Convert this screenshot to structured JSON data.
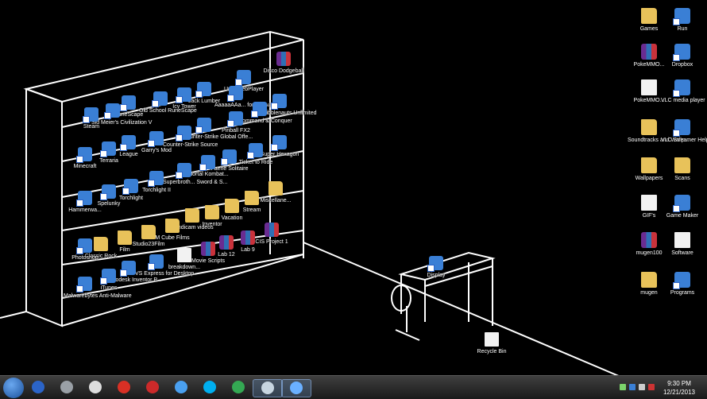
{
  "desktop": {
    "shelf_icons": [
      {
        "label": "Disco Dodgeball",
        "type": "rar"
      },
      {
        "label": "UnityWebPlayer",
        "type": "app"
      },
      {
        "label": "AaaaaAAa... for the Awe...",
        "type": "app"
      },
      {
        "label": "Jack Lumber",
        "type": "app"
      },
      {
        "label": "Icy Tower",
        "type": "app"
      },
      {
        "label": "Old School RuneScape",
        "type": "app"
      },
      {
        "label": "RuneScape",
        "type": "app"
      },
      {
        "label": "Sid Meier's Civilization V",
        "type": "app"
      },
      {
        "label": "Steam",
        "type": "app"
      },
      {
        "label": "Scribblenauts Unlimited",
        "type": "app"
      },
      {
        "label": "Command & Conquer",
        "type": "app"
      },
      {
        "label": "Pinball FX2",
        "type": "app"
      },
      {
        "label": "Counter-Strike Global Offe...",
        "type": "app"
      },
      {
        "label": "Counter-Strike Source",
        "type": "app"
      },
      {
        "label": "Garry's Mod",
        "type": "app"
      },
      {
        "label": "League",
        "type": "app"
      },
      {
        "label": "Terraria",
        "type": "app"
      },
      {
        "label": "Minecraft",
        "type": "app"
      },
      {
        "label": "Super Hexagon",
        "type": "app"
      },
      {
        "label": "Ticket to Ride",
        "type": "app"
      },
      {
        "label": "Faerie Solitaire",
        "type": "app"
      },
      {
        "label": "Mortal Kombat...",
        "type": "app"
      },
      {
        "label": "Superbroth... Sword & S...",
        "type": "app"
      },
      {
        "label": "Torchlight II",
        "type": "app"
      },
      {
        "label": "Torchlight",
        "type": "app"
      },
      {
        "label": "Spelunky",
        "type": "app"
      },
      {
        "label": "Hammerwa...",
        "type": "app"
      },
      {
        "label": "Miscellane...",
        "type": "folder"
      },
      {
        "label": "Stream",
        "type": "folder"
      },
      {
        "label": "Vacation",
        "type": "folder"
      },
      {
        "label": "Inventor",
        "type": "folder"
      },
      {
        "label": "Bandicam videos",
        "type": "folder"
      },
      {
        "label": "M Cube Films",
        "type": "folder"
      },
      {
        "label": "Studio23Film",
        "type": "folder"
      },
      {
        "label": "Film",
        "type": "folder"
      },
      {
        "label": "Classic Rock",
        "type": "folder"
      },
      {
        "label": "Photoshop",
        "type": "app"
      },
      {
        "label": "CIS Project 1",
        "type": "rar"
      },
      {
        "label": "Lab 9",
        "type": "rar"
      },
      {
        "label": "Lab 12",
        "type": "rar"
      },
      {
        "label": "Movie Scripts",
        "type": "rar"
      },
      {
        "label": "breakdown...",
        "type": "doc"
      },
      {
        "label": "VS Express for Desktop",
        "type": "app"
      },
      {
        "label": "Autodesk Inventor P...",
        "type": "app"
      },
      {
        "label": "iTunes",
        "type": "app"
      },
      {
        "label": "Malwarebytes Anti-Malware",
        "type": "app"
      }
    ],
    "right_icons": [
      {
        "label": "Games",
        "type": "folder"
      },
      {
        "label": "Run",
        "type": "app"
      },
      {
        "label": "PokeMMO...",
        "type": "rar"
      },
      {
        "label": "Dropbox",
        "type": "app"
      },
      {
        "label": "PokeMMO...",
        "type": "doc"
      },
      {
        "label": "VLC media player",
        "type": "app"
      },
      {
        "label": "Soundtracks and Wallp...",
        "type": "folder"
      },
      {
        "label": "VLC Streamer Helper",
        "type": "app"
      },
      {
        "label": "Wallpapers",
        "type": "folder"
      },
      {
        "label": "Scans",
        "type": "folder"
      },
      {
        "label": "GIF's",
        "type": "doc"
      },
      {
        "label": "Game Maker",
        "type": "app"
      },
      {
        "label": "mugen100",
        "type": "rar"
      },
      {
        "label": "Software",
        "type": "doc"
      },
      {
        "label": "mugen",
        "type": "folder"
      },
      {
        "label": "Programs",
        "type": "app"
      }
    ],
    "desk_icons": [
      {
        "label": "Display",
        "type": "app"
      },
      {
        "label": "Recycle Bin",
        "type": "doc"
      }
    ]
  },
  "taskbar": {
    "pinned": [
      {
        "name": "word-icon",
        "color": "#2b64c8"
      },
      {
        "name": "recorder-icon",
        "color": "#9aa0a6"
      },
      {
        "name": "wolf-icon",
        "color": "#dddddd"
      },
      {
        "name": "bandicam-icon",
        "color": "#d93025"
      },
      {
        "name": "pdf-icon",
        "color": "#cc2a2a"
      },
      {
        "name": "media-player-icon",
        "color": "#4aa0f0"
      },
      {
        "name": "skype-icon",
        "color": "#00aff0"
      },
      {
        "name": "chrome-icon",
        "color": "#34a853"
      },
      {
        "name": "steam-icon",
        "color": "#c7d5e0"
      },
      {
        "name": "network-icon",
        "color": "#6ab0ff"
      }
    ],
    "clock": {
      "time": "9:30 PM",
      "date": "12/21/2013"
    }
  },
  "colors": {
    "wall": "#000000",
    "line": "#ffffff",
    "folder": "#e8c25a"
  }
}
